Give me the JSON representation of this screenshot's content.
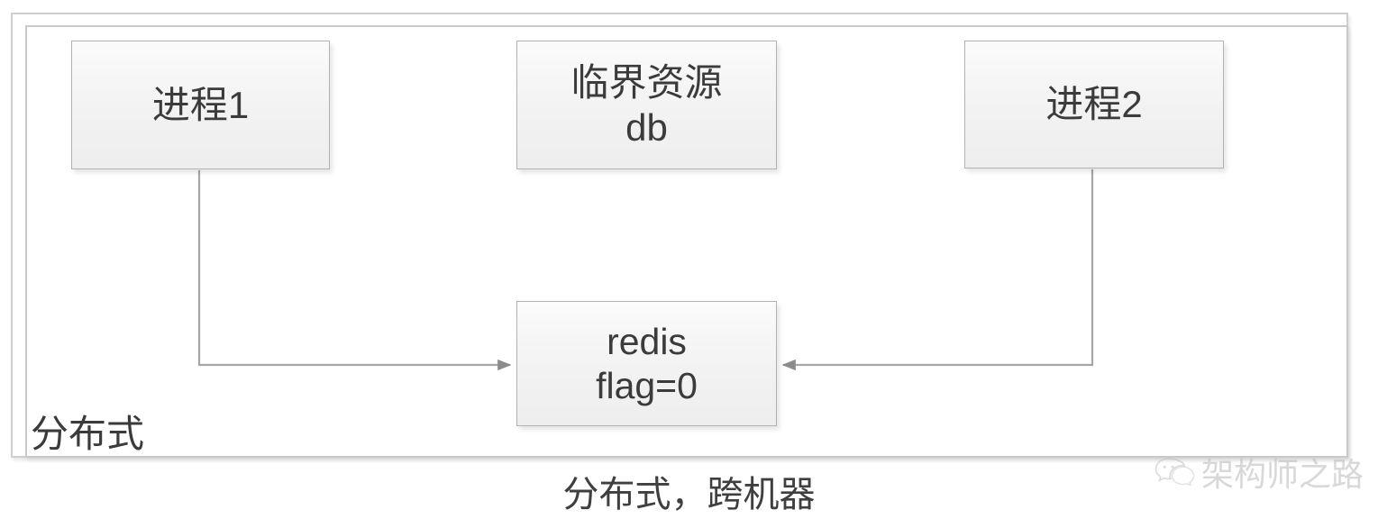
{
  "diagram": {
    "container": {
      "inner_label": "分布式"
    },
    "nodes": [
      {
        "id": "process-1",
        "lines": [
          "进程1"
        ]
      },
      {
        "id": "critical-resource",
        "lines": [
          "临界资源",
          "db"
        ]
      },
      {
        "id": "process-2",
        "lines": [
          "进程2"
        ]
      },
      {
        "id": "redis",
        "lines": [
          "redis",
          "flag=0"
        ]
      }
    ],
    "edges": [
      {
        "from": "process-1",
        "to": "redis",
        "direction": "right",
        "style": "orthogonal"
      },
      {
        "from": "process-2",
        "to": "redis",
        "direction": "left",
        "style": "orthogonal"
      }
    ],
    "caption": "分布式，跨机器",
    "colors": {
      "node_fill": "#f2f2f2",
      "node_border": "#b2b2b2",
      "frame_border": "#cfcfcf",
      "connector": "#a6a6a6",
      "text": "#3b3b3b",
      "watermark": "#b9b9b9",
      "background": "#ffffff"
    }
  },
  "watermark": {
    "icon": "wechat-icon",
    "text": "架构师之路"
  }
}
